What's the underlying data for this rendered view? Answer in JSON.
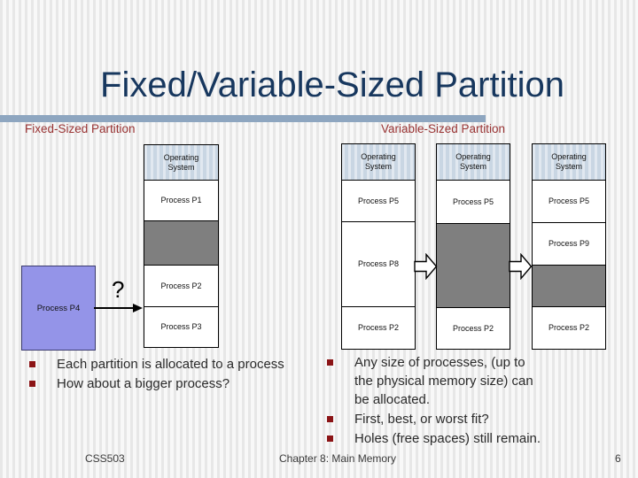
{
  "title": "Fixed/Variable-Sized Partition",
  "colors": {
    "title": "#17375e",
    "bar": "#8ea6c0",
    "heading": "#993333",
    "bullet": "#8b1416",
    "os-fill": "#c9d6e3",
    "hole": "#7f7f7f",
    "p4-fill": "#9494e8",
    "text": "#2b2b2b"
  },
  "fixed": {
    "heading": "Fixed-Sized Partition",
    "column": {
      "sections": [
        {
          "label": "Operating System",
          "type": "os"
        },
        {
          "label": "Process P1",
          "type": "process"
        },
        {
          "label": "",
          "type": "hole"
        },
        {
          "label": "Process P2",
          "type": "process"
        },
        {
          "label": "Process P3",
          "type": "process"
        }
      ]
    },
    "pending": {
      "label": "Process P4",
      "question": "?"
    },
    "bullets": [
      "Each partition is allocated to a process",
      "How about a bigger process?"
    ]
  },
  "variable": {
    "heading": "Variable-Sized Partition",
    "columns": [
      {
        "sections": [
          {
            "label": "Operating System",
            "type": "os"
          },
          {
            "label": "Process P5",
            "type": "process"
          },
          {
            "label": "Process P8",
            "type": "process"
          },
          {
            "label": "Process P2",
            "type": "process"
          }
        ]
      },
      {
        "sections": [
          {
            "label": "Operating System",
            "type": "os"
          },
          {
            "label": "Process P5",
            "type": "process"
          },
          {
            "label": "",
            "type": "hole"
          },
          {
            "label": "Process P2",
            "type": "process"
          }
        ]
      },
      {
        "sections": [
          {
            "label": "Operating System",
            "type": "os"
          },
          {
            "label": "Process P5",
            "type": "process"
          },
          {
            "label": "Process P9",
            "type": "process"
          },
          {
            "label": "",
            "type": "hole"
          },
          {
            "label": "Process P2",
            "type": "process"
          }
        ]
      }
    ],
    "bullets": [
      "Any size of processes, (up to the physical memory size) can be allocated.",
      "First, best, or worst fit?",
      "Holes (free spaces) still remain."
    ]
  },
  "footer": {
    "course": "CSS503",
    "chapter": "Chapter 8: Main Memory",
    "page": "6"
  }
}
